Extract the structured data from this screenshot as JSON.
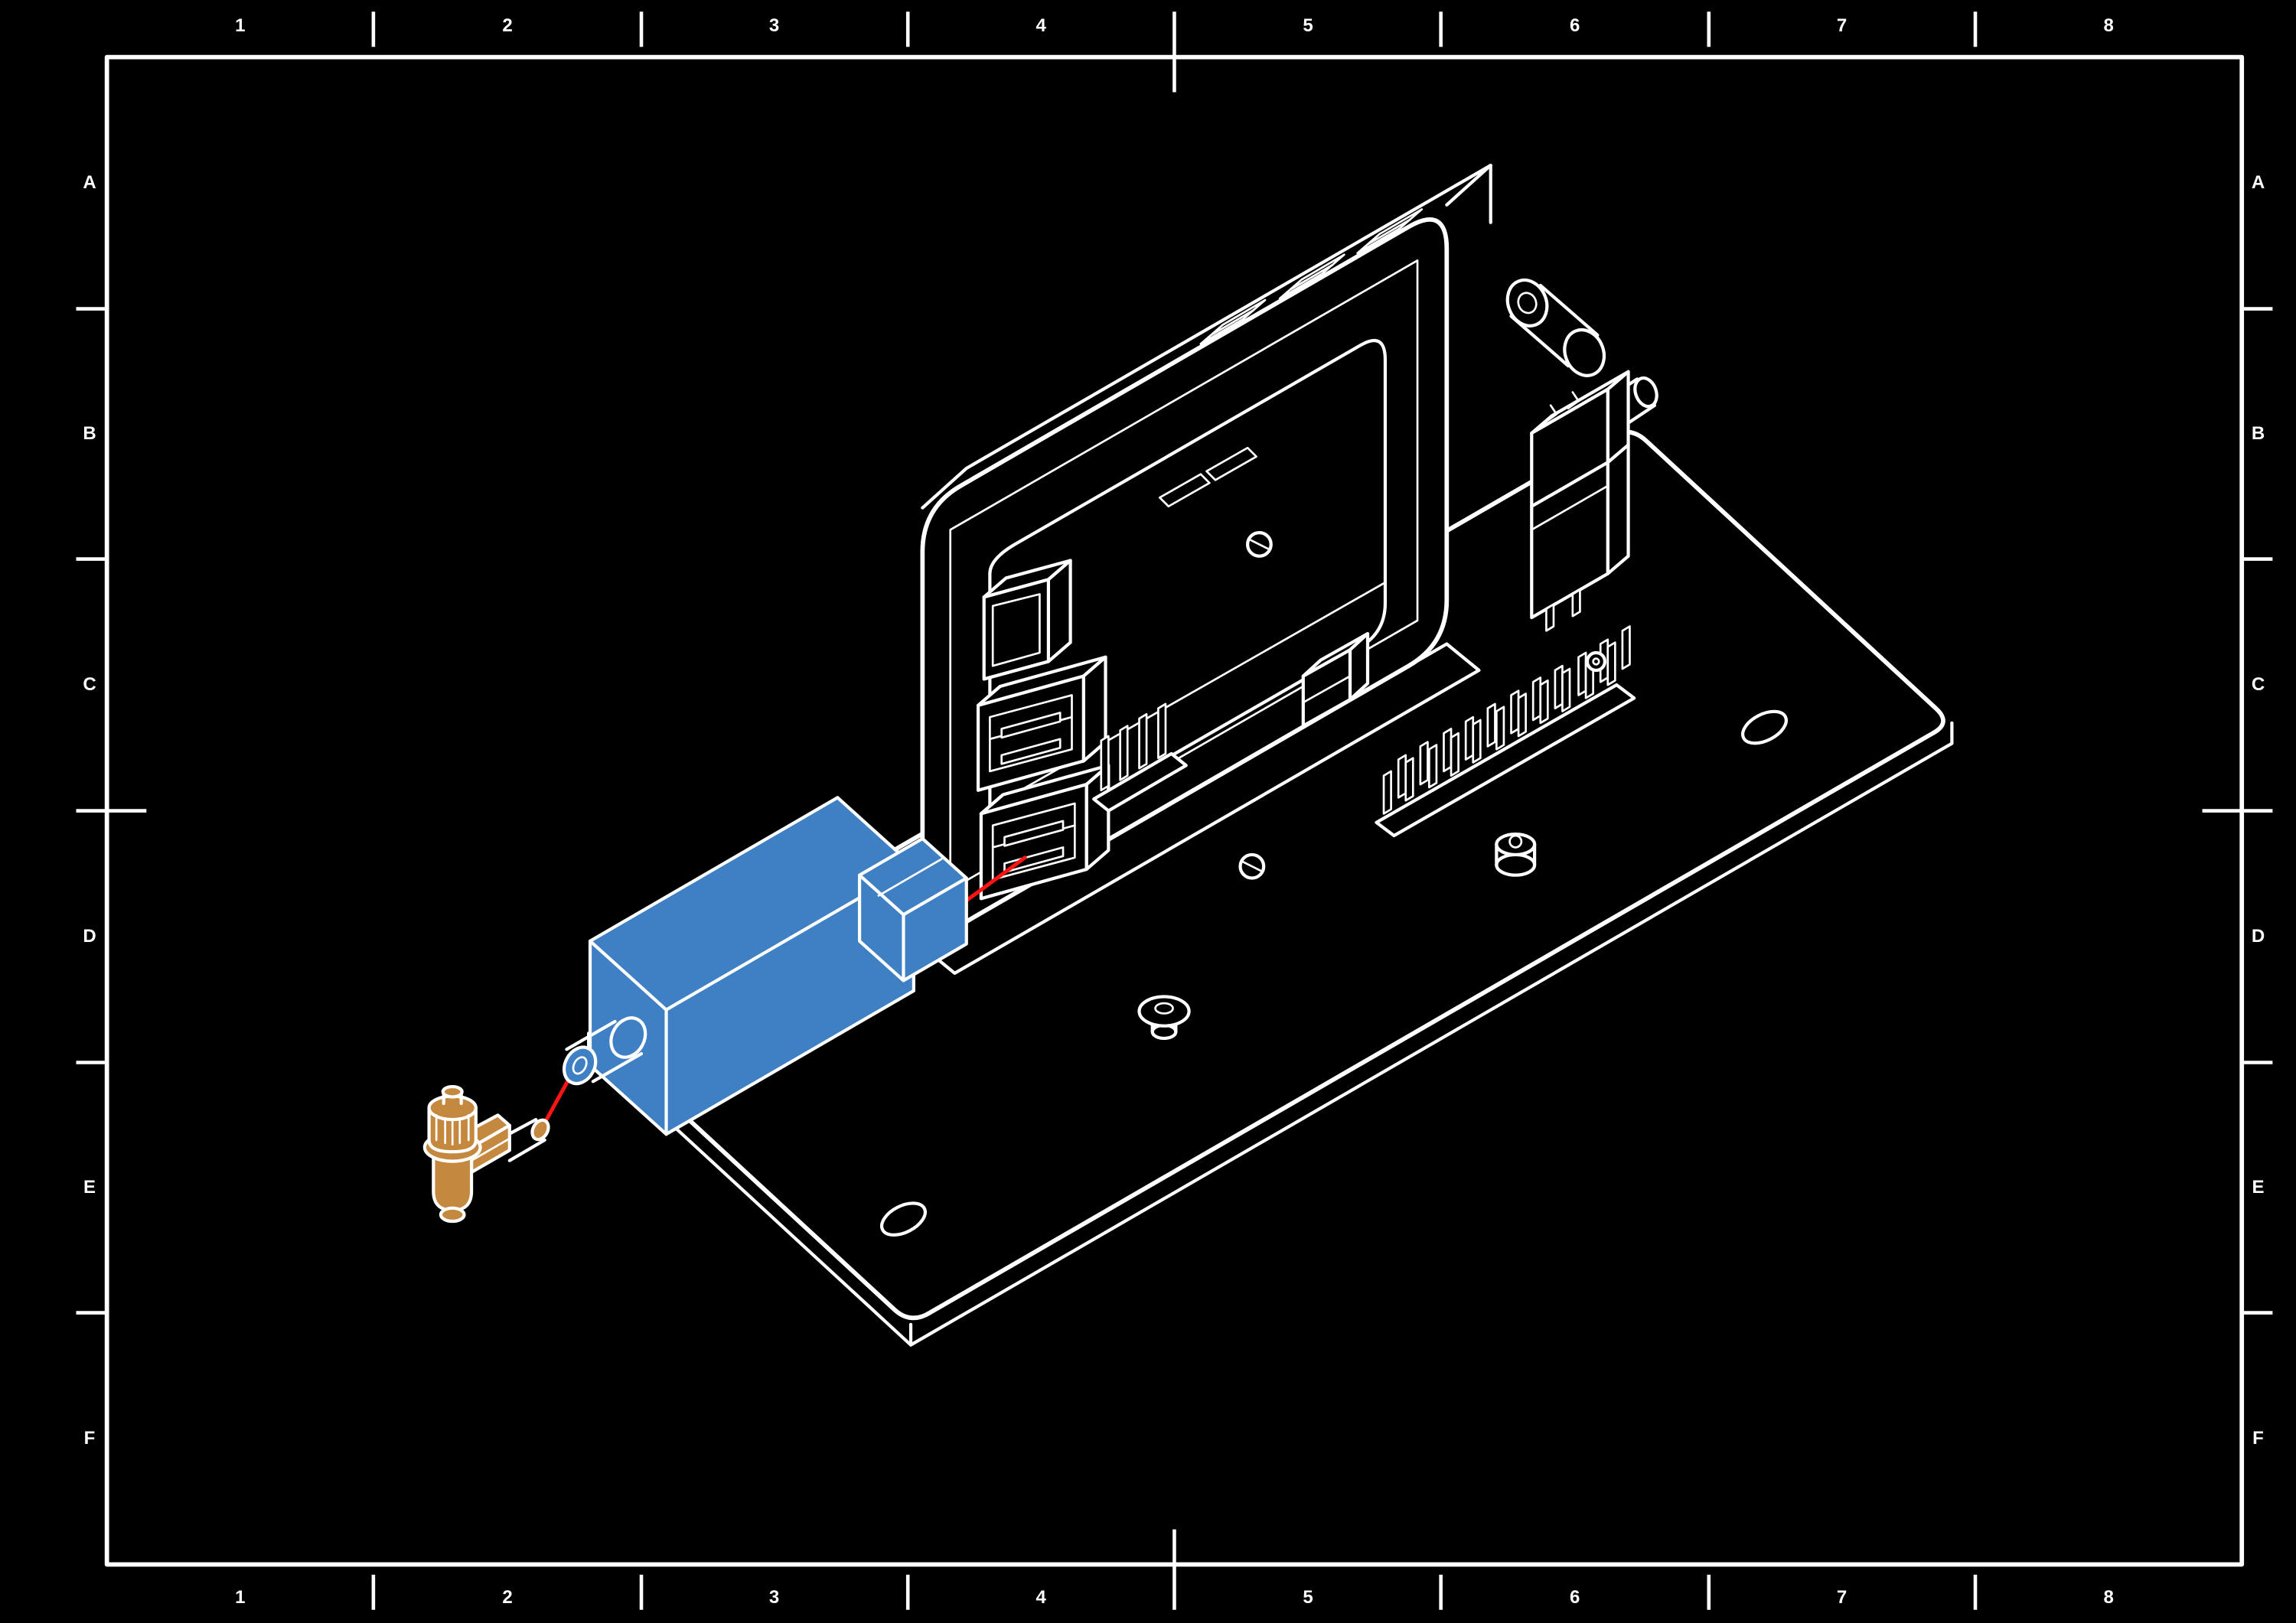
{
  "sheet": {
    "background_color": "#000000",
    "line_color": "#ffffff",
    "zone_columns": [
      "1",
      "2",
      "3",
      "4",
      "5",
      "6",
      "7",
      "8"
    ],
    "zone_rows": [
      "A",
      "B",
      "C",
      "D",
      "E",
      "F"
    ]
  },
  "drawing": {
    "highlight_color": "#3f80c4",
    "fitting_color": "#c5883f",
    "assembly_line_color": "#ff1414"
  }
}
